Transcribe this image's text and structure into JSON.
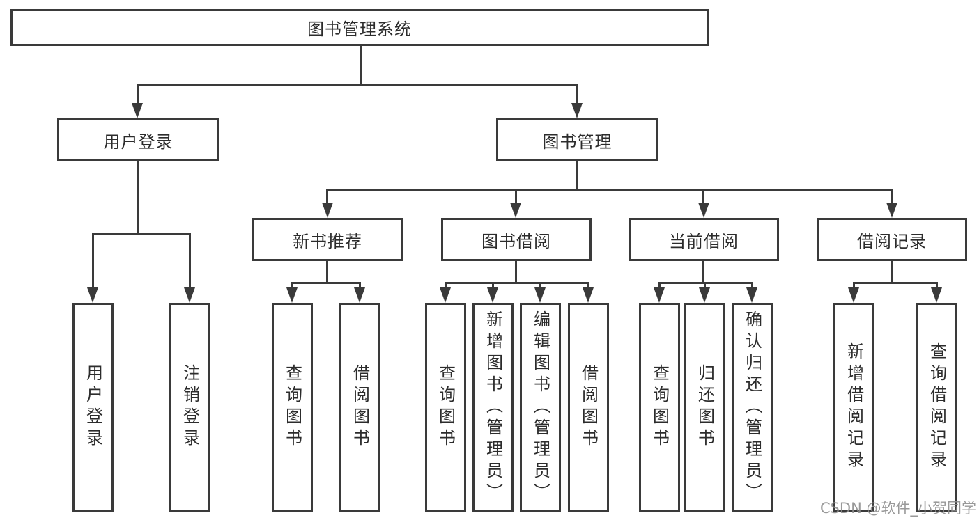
{
  "colors": {
    "line": "#3a3a3a",
    "text": "#2c2c2c",
    "canvas": "#ffffff",
    "watermark": "#8f8f8f"
  },
  "watermark": {
    "text": "CSDN @软件_小贺同学"
  },
  "tree": {
    "root": {
      "label": "图书管理系统"
    },
    "user_login": {
      "label": "用户登录",
      "children": {
        "login": {
          "label": "用户登录"
        },
        "logout": {
          "label": "注销登录"
        }
      }
    },
    "book_management": {
      "label": "图书管理",
      "modules": {
        "new_books": {
          "label": "新书推荐",
          "children": {
            "query_books": {
              "label": "查询图书"
            },
            "borrow_books": {
              "label": "借阅图书"
            }
          }
        },
        "book_borrowing": {
          "label": "图书借阅",
          "children": {
            "query_books": {
              "label": "查询图书"
            },
            "add_books": {
              "label": "新增图书（管理员）"
            },
            "edit_books": {
              "label": "编辑图书（管理员）"
            },
            "borrow_books": {
              "label": "借阅图书"
            }
          }
        },
        "current_borrowing": {
          "label": "当前借阅",
          "children": {
            "query_books": {
              "label": "查询图书"
            },
            "return_books": {
              "label": "归还图书"
            },
            "confirm_return": {
              "label": "确认归还（管理员）"
            }
          }
        },
        "borrowing_records": {
          "label": "借阅记录",
          "children": {
            "add_record": {
              "label": "新增借阅记录"
            },
            "query_record": {
              "label": "查询借阅记录"
            }
          }
        }
      }
    }
  }
}
